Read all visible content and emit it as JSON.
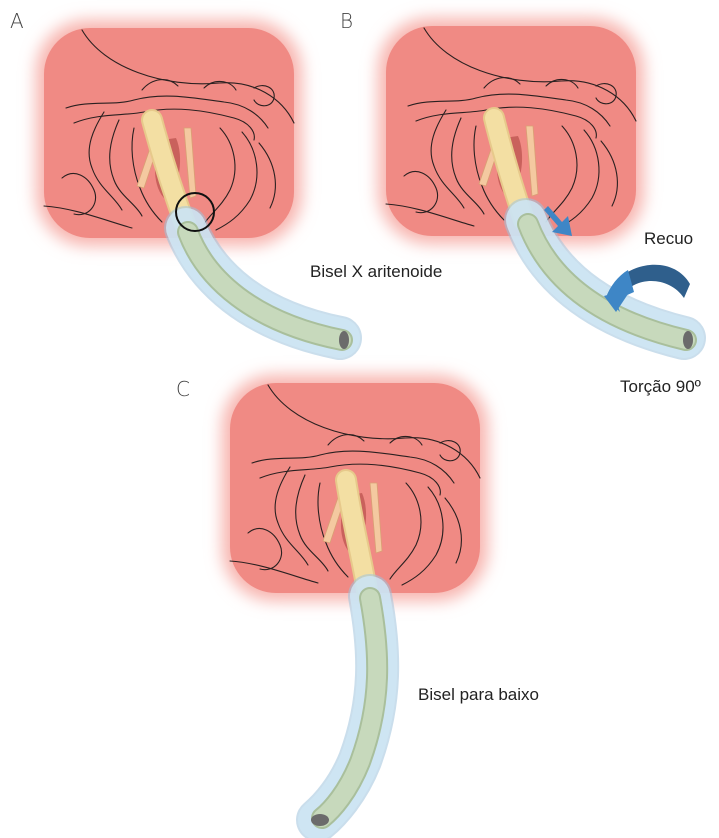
{
  "panels": [
    {
      "letter": "A",
      "caption": "Bisel X aritenoide"
    },
    {
      "letter": "B",
      "caption_top": "Recuo",
      "caption_bottom": "Torção 90º"
    },
    {
      "letter": "C",
      "caption": "Bisel para baixo"
    }
  ],
  "colors": {
    "mucosa": "#f08a84",
    "mucosa_glow": "#f7b4ae",
    "cord": "#f4c9a0",
    "tube_inner": "#f3dfa3",
    "sheath": "#cfe6f4",
    "sheath_stroke": "#9fc3dc",
    "tube_green": "#c7d9bc",
    "arrow_blue": "#3e86c6",
    "marker_circle": "#111111"
  },
  "icons": [
    "down-right-arrow-icon",
    "rotation-arrow-icon",
    "circle-marker-icon"
  ]
}
